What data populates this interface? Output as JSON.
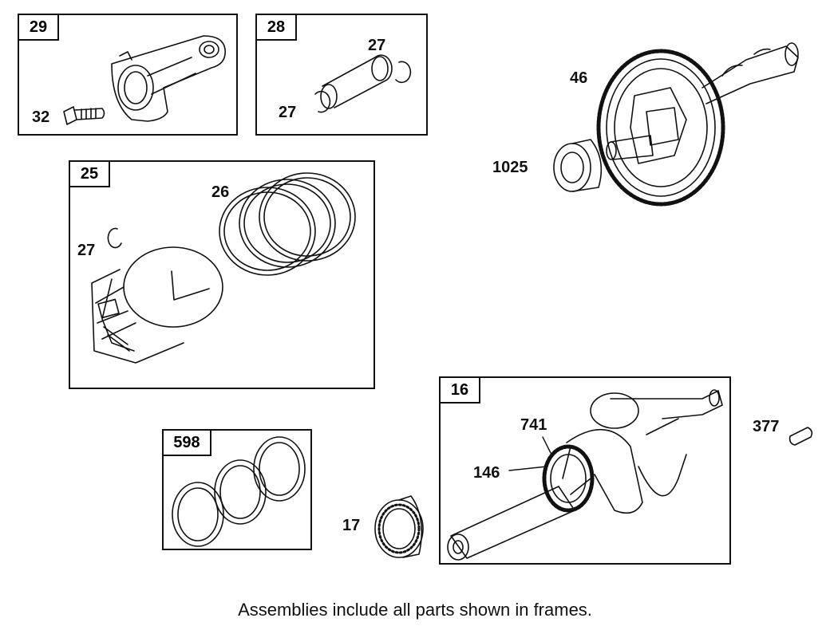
{
  "frames": {
    "f29": "29",
    "f28": "28",
    "f25": "25",
    "f16": "16",
    "f598": "598"
  },
  "callouts": {
    "c32": "32",
    "c27a": "27",
    "c27b": "27",
    "c27c": "27",
    "c26": "26",
    "c46": "46",
    "c1025": "1025",
    "c741": "741",
    "c146": "146",
    "c377": "377",
    "c17": "17"
  },
  "caption": "Assemblies include all parts shown in frames."
}
